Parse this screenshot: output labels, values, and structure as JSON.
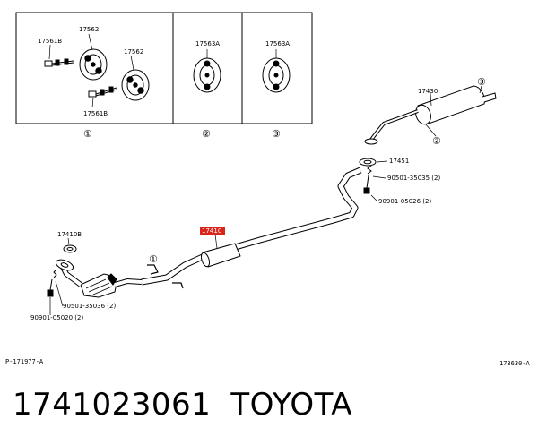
{
  "labels": {
    "box1_part_a": "17562",
    "box1_part_b": "17561B",
    "box1_part_c": "17562",
    "box1_part_d": "17561B",
    "box2_part": "17563A",
    "box3_part": "17563A",
    "callout_1": "①",
    "callout_2": "②",
    "callout_3": "③",
    "muffler": "17430",
    "muffler_callout_3": "③",
    "muffler_callout_2": "②",
    "gasket_rear": "17451",
    "spring_rear": "90501-35035 (2)",
    "bolt_rear": "90901-05026 (2)",
    "gasket_front": "17410B",
    "pipe_callout_1": "①",
    "part_highlight": "17410",
    "spring_front": "90501-35036 (2)",
    "bolt_front": "90901-05020 (2)",
    "footer_left": "P-171977-A",
    "footer_right": "173630-A"
  },
  "caption": {
    "part_number": "1741023061",
    "brand": "TOYOTA"
  },
  "colors": {
    "highlight": "#d9251c",
    "line": "#000000"
  }
}
